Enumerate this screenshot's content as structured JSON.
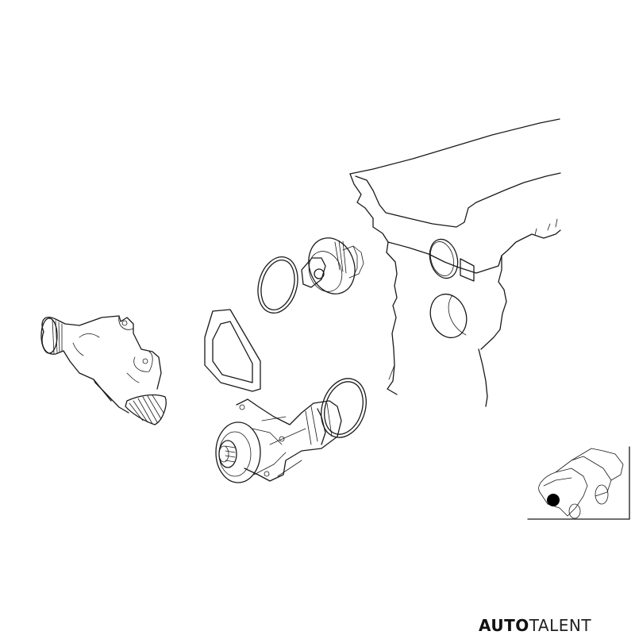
{
  "diagram": {
    "type": "exploded parts diagram",
    "subject": "engine cooling system - water pump and thermostat assembly",
    "parts": [
      {
        "name": "thermostat housing",
        "position": "left"
      },
      {
        "name": "housing gasket (triangular)",
        "position": "center-left"
      },
      {
        "name": "o-ring (upper)",
        "position": "center"
      },
      {
        "name": "thermostat",
        "position": "center-upper"
      },
      {
        "name": "water pump",
        "position": "center-lower"
      },
      {
        "name": "o-ring (lower)",
        "position": "center-right-lower"
      },
      {
        "name": "engine block / timing cover outline",
        "position": "right"
      }
    ],
    "locator_inset": {
      "subject": "car front-quarter view",
      "marker": "front engine area (black dot)"
    }
  },
  "brand": {
    "logo_bold": "AUTO",
    "logo_light": "TALENT",
    "color": "#111111"
  },
  "colors": {
    "background": "#ffffff",
    "line": "#1a1a1a"
  }
}
